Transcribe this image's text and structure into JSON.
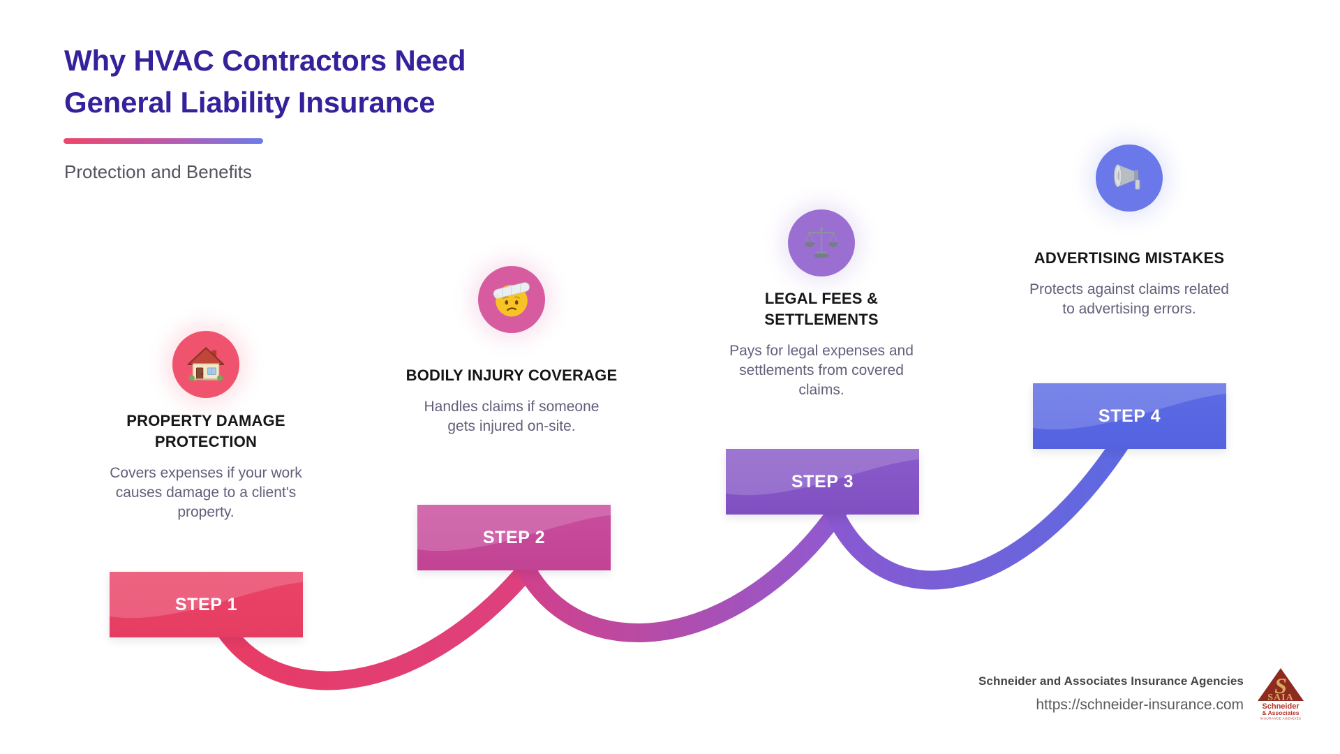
{
  "header": {
    "title_line1": "Why HVAC Contractors Need",
    "title_line2": "General Liability Insurance",
    "subtitle": "Protection and Benefits",
    "title_color": "#34219b",
    "underline_gradient": [
      "#f04568",
      "#6b7ce9"
    ]
  },
  "steps": [
    {
      "label": "STEP 1",
      "heading": "PROPERTY DAMAGE PROTECTION",
      "description": "Covers expenses if your work causes damage to a client's property.",
      "icon": "house-icon",
      "circle_color": "#f0536e",
      "banner_color": "#e63c62"
    },
    {
      "label": "STEP 2",
      "heading": "BODILY INJURY COVERAGE",
      "description": "Handles claims if someone gets injured on-site.",
      "icon": "injured-face-icon",
      "circle_color": "#d65c9f",
      "banner_color": "#c24394"
    },
    {
      "label": "STEP 3",
      "heading": "LEGAL FEES & SETTLEMENTS",
      "description": "Pays for legal expenses and settlements from covered claims.",
      "icon": "balance-scale-icon",
      "circle_color": "#9b6fd2",
      "banner_color": "#8050c2"
    },
    {
      "label": "STEP 4",
      "heading": "ADVERTISING MISTAKES",
      "description": "Protects against claims related to advertising errors.",
      "icon": "megaphone-icon",
      "circle_color": "#6a78ea",
      "banner_color": "#5362e0"
    }
  ],
  "connector_gradients": [
    [
      "#e73b63",
      "#dd4180"
    ],
    [
      "#d24089",
      "#8d5bd3"
    ],
    [
      "#8a58d0",
      "#5c6ae2"
    ]
  ],
  "footer": {
    "company": "Schneider and Associates Insurance Agencies",
    "url": "https://schneider-insurance.com",
    "logo": {
      "acronym": "SAIA",
      "line1": "Schneider",
      "line2": "& Associates",
      "line3": "INSURANCE AGENCIES"
    }
  }
}
